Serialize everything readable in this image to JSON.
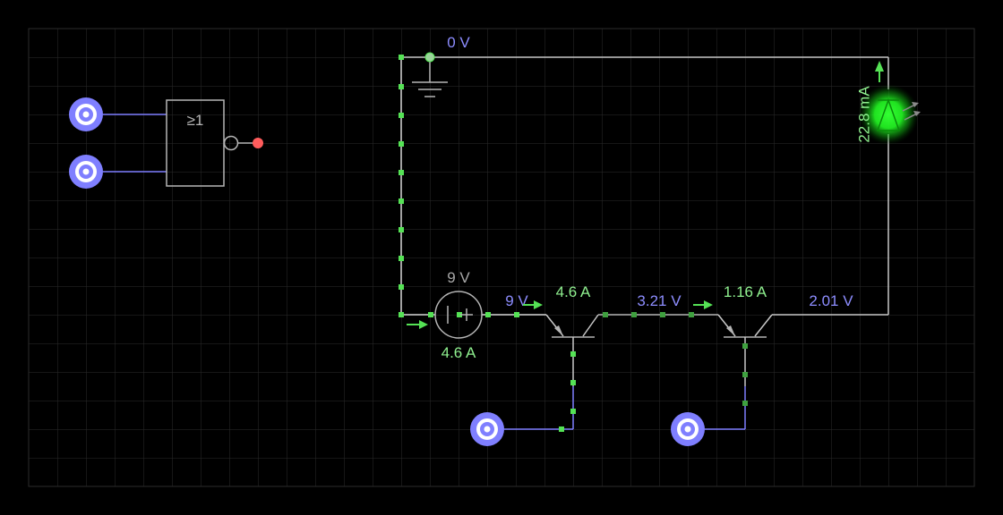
{
  "colors": {
    "background": "#000000",
    "grid": "#2b2b2b",
    "wire": "#c8c8c8",
    "wire_low": "#7f7fff",
    "current_dot": "#55e255",
    "voltage_label": "#8d8dff",
    "current_label": "#8ff08f",
    "neutral_label": "#a8a8a8",
    "led_glow": "#00ff00",
    "output_off": "#ff5c5c",
    "input_ring": "#7f7fff"
  },
  "labels": {
    "gate_symbol": "≥1",
    "ground_voltage": "0 V",
    "source_voltage": "9 V",
    "source_current": "4.6 A",
    "node_voltage_1": "9 V",
    "transistor1_current": "4.6 A",
    "node_voltage_2": "3.21 V",
    "transistor2_current": "1.16 A",
    "node_voltage_3": "2.01 V",
    "led_current": "22.8 mA"
  },
  "icons": {
    "input_pin": "logic-input-icon",
    "ground": "ground-icon",
    "battery": "voltage-source-icon",
    "transistor": "npn-transistor-icon",
    "led": "led-icon",
    "current_arrow": "arrow-right-icon"
  }
}
